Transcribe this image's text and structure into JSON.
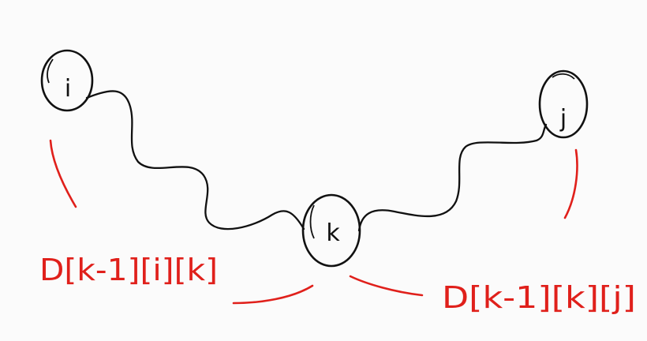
{
  "diagram": {
    "nodes": [
      {
        "id": "i",
        "label": "i"
      },
      {
        "id": "k",
        "label": "k"
      },
      {
        "id": "j",
        "label": "j"
      }
    ],
    "edges": [
      {
        "from": "i",
        "to": "k",
        "style": "wavy"
      },
      {
        "from": "k",
        "to": "j",
        "style": "wavy"
      }
    ],
    "annotations": [
      {
        "id": "left",
        "text": "D[k-1][i][k]"
      },
      {
        "id": "right",
        "text": "D[k-1][k][j]"
      }
    ]
  },
  "colors": {
    "ink": "#111111",
    "annotation": "#e0201b",
    "background": "#fbfbfb"
  }
}
